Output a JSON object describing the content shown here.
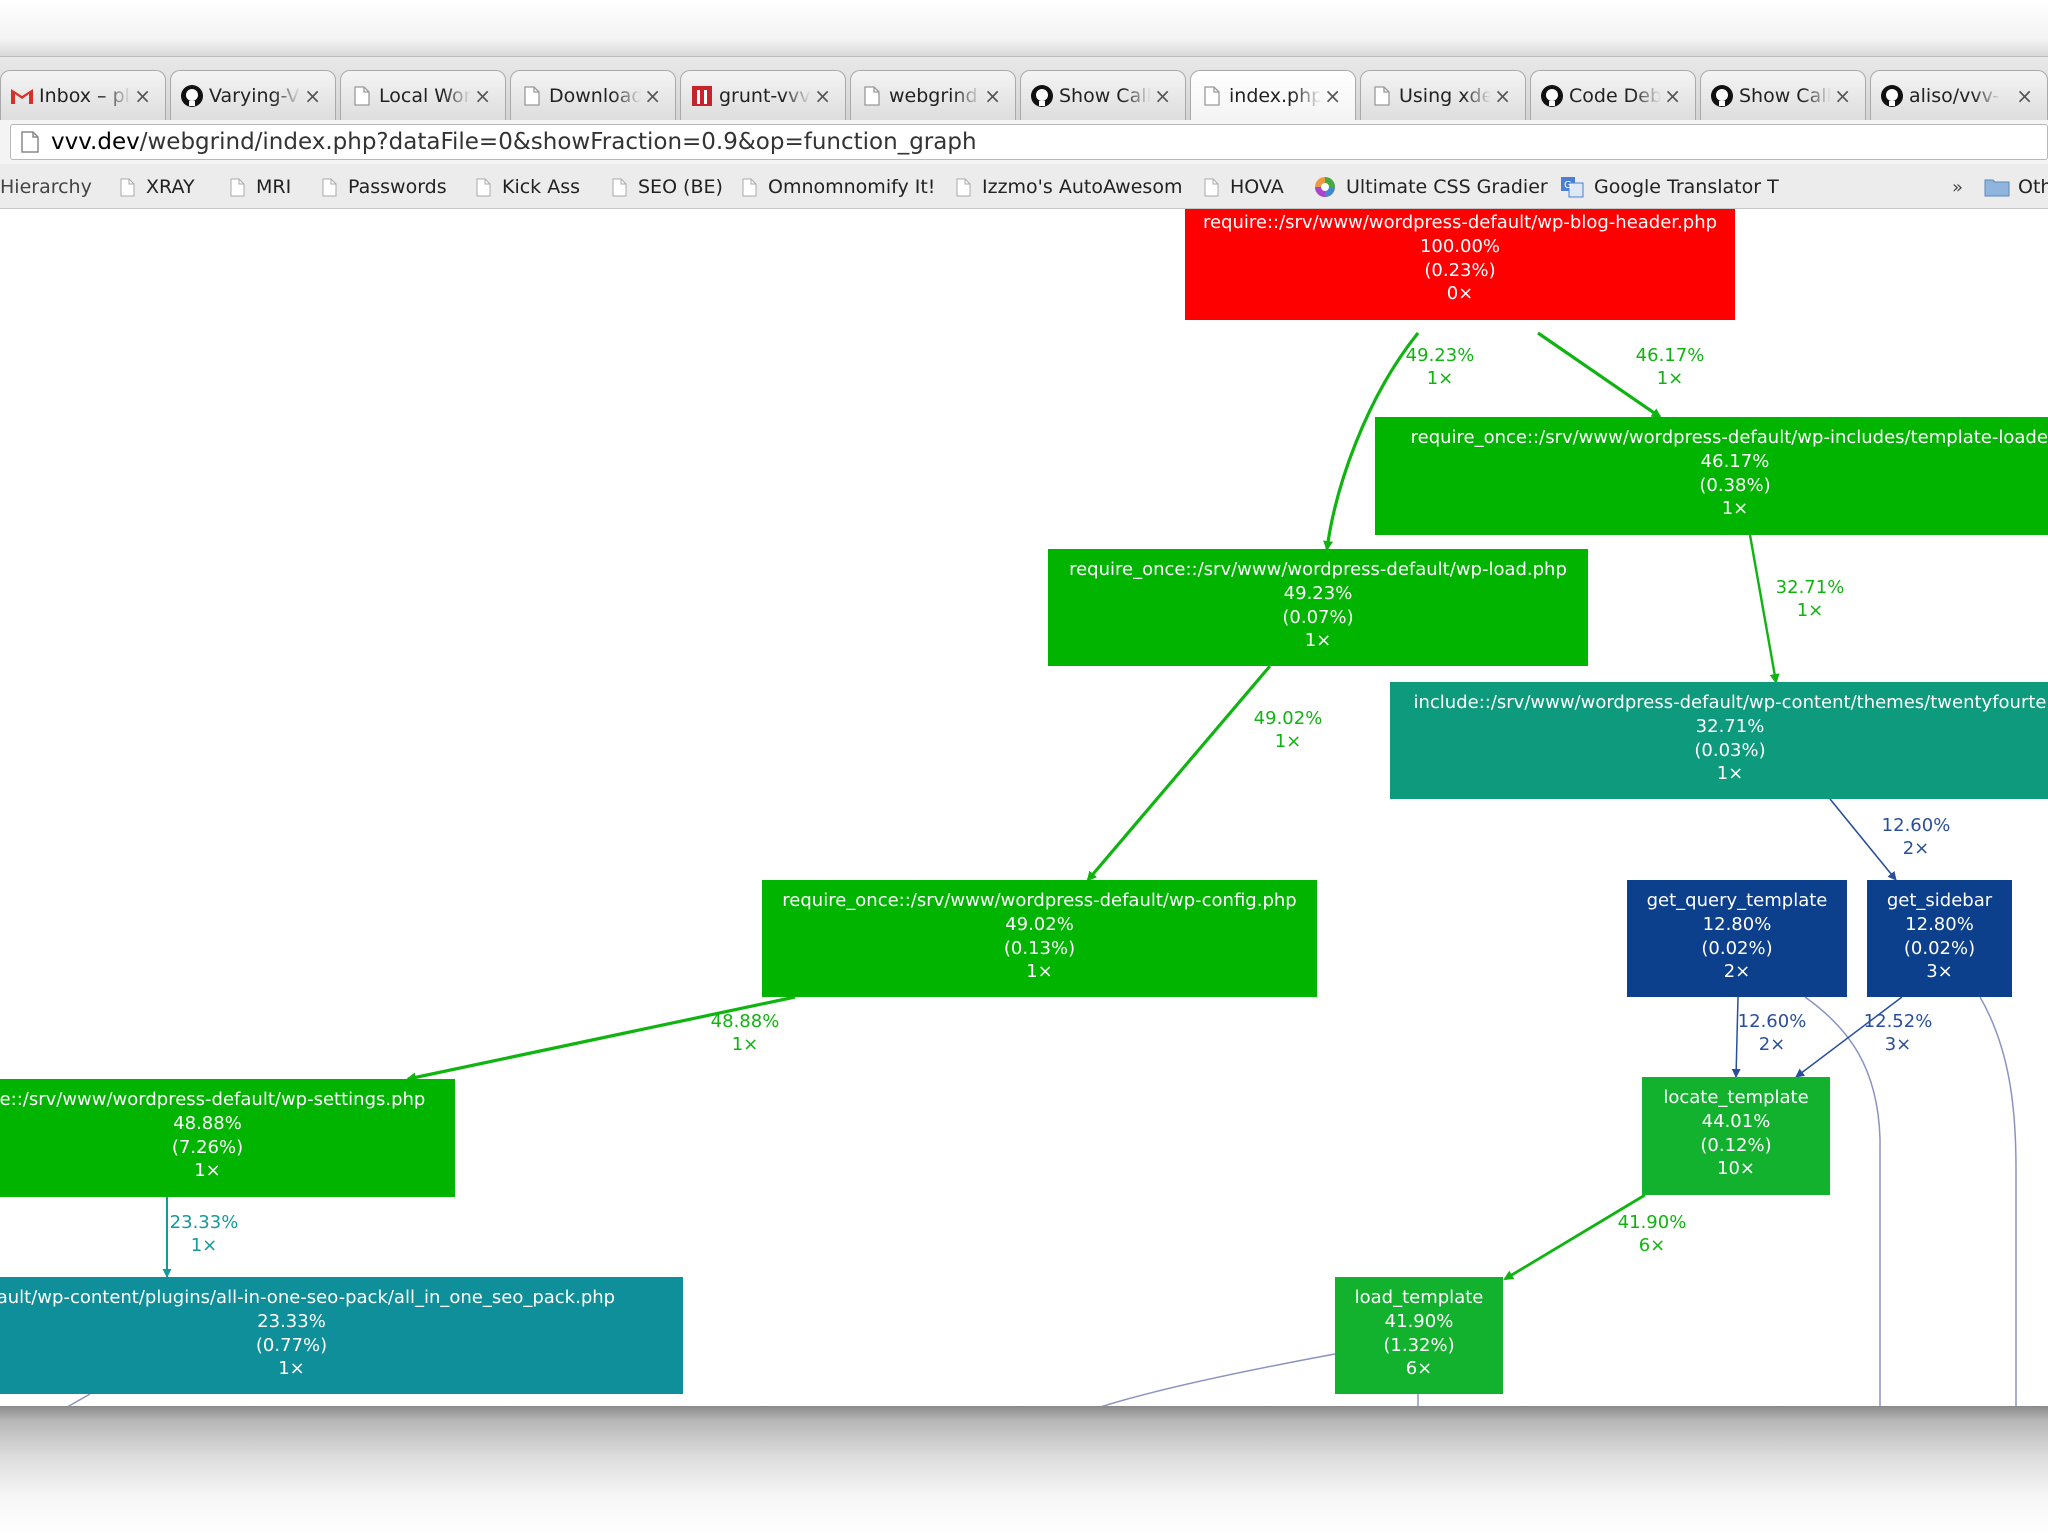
{
  "browser": {
    "tabs": [
      {
        "title": "Inbox – pl",
        "icon": "gmail-icon"
      },
      {
        "title": "Varying-V",
        "icon": "github-icon"
      },
      {
        "title": "Local Wor",
        "icon": "page-icon"
      },
      {
        "title": "Download",
        "icon": "page-icon"
      },
      {
        "title": "grunt-vvv",
        "icon": "bitbucket-icon"
      },
      {
        "title": "webgrind",
        "icon": "page-icon"
      },
      {
        "title": "Show Call",
        "icon": "github-icon"
      },
      {
        "title": "index.php",
        "icon": "page-icon",
        "active": true
      },
      {
        "title": "Using xde",
        "icon": "page-icon"
      },
      {
        "title": "Code Deb",
        "icon": "github-icon"
      },
      {
        "title": "Show Call",
        "icon": "github-icon"
      },
      {
        "title": "aliso/vvv-",
        "icon": "github-icon"
      }
    ],
    "close_glyph": "×",
    "url_host": "vvv.dev",
    "url_rest": "/webgrind/index.php?dataFile=0&showFraction=0.9&op=function_graph",
    "bookmarks": [
      {
        "label": "Hierarchy"
      },
      {
        "label": "XRAY"
      },
      {
        "label": "MRI"
      },
      {
        "label": "Passwords"
      },
      {
        "label": "Kick Ass"
      },
      {
        "label": "SEO (BE)"
      },
      {
        "label": "Omnomnomify It!"
      },
      {
        "label": "Izzmo's AutoAwesom"
      },
      {
        "label": "HOVA"
      },
      {
        "label": "Ultimate CSS Gradier"
      },
      {
        "label": "Google Translator T"
      }
    ],
    "bookmarks_overflow": "»",
    "other_bookmarks": "Oth"
  },
  "graph": {
    "colors": {
      "red": "#ff0000",
      "green": "#00b400",
      "teal_green": "#0fa05a",
      "teal": "#0e9a7c",
      "dark_teal": "#0e8f9a",
      "navy": "#0c3f8c",
      "mid_green": "#12b22e",
      "edge_green": "#10b410",
      "edge_teal": "#159a9a",
      "edge_blue": "#2a4f9a",
      "edge_slate": "#8a94c0"
    },
    "nodes": [
      {
        "id": "blog_header",
        "lines": [
          "require::/srv/www/wordpress-default/wp-blog-header.php",
          "100.00%",
          "(0.23%)",
          "0×"
        ],
        "color": "red"
      },
      {
        "id": "template_loader",
        "lines": [
          "require_once::/srv/www/wordpress-default/wp-includes/template-loader.",
          "46.17%",
          "(0.38%)",
          "1×"
        ],
        "color": "green"
      },
      {
        "id": "wp_load",
        "lines": [
          "require_once::/srv/www/wordpress-default/wp-load.php",
          "49.23%",
          "(0.07%)",
          "1×"
        ],
        "color": "green"
      },
      {
        "id": "theme_include",
        "lines": [
          "include::/srv/www/wordpress-default/wp-content/themes/twentyfourte",
          "32.71%",
          "(0.03%)",
          "1×"
        ],
        "color": "teal"
      },
      {
        "id": "wp_config",
        "lines": [
          "require_once::/srv/www/wordpress-default/wp-config.php",
          "49.02%",
          "(0.13%)",
          "1×"
        ],
        "color": "green"
      },
      {
        "id": "get_query_template",
        "lines": [
          "get_query_template",
          "12.80%",
          "(0.02%)",
          "2×"
        ],
        "color": "navy"
      },
      {
        "id": "get_sidebar",
        "lines": [
          "get_sidebar",
          "12.80%",
          "(0.02%)",
          "3×"
        ],
        "color": "navy"
      },
      {
        "id": "wp_settings",
        "lines": [
          "ce::/srv/www/wordpress-default/wp-settings.php",
          "48.88%",
          "(7.26%)",
          "1×"
        ],
        "color": "green"
      },
      {
        "id": "locate_template",
        "lines": [
          "locate_template",
          "44.01%",
          "(0.12%)",
          "10×"
        ],
        "color": "mid_green"
      },
      {
        "id": "seo_pack",
        "lines": [
          "default/wp-content/plugins/all-in-one-seo-pack/all_in_one_seo_pack.php",
          "23.33%",
          "(0.77%)",
          "1×"
        ],
        "color": "dark_teal"
      },
      {
        "id": "load_template",
        "lines": [
          "load_template",
          "41.90%",
          "(1.32%)",
          "6×"
        ],
        "color": "mid_green"
      }
    ],
    "edges": [
      {
        "id": "e1",
        "label": [
          "49.23%",
          "1×"
        ],
        "color": "edge_green"
      },
      {
        "id": "e2",
        "label": [
          "46.17%",
          "1×"
        ],
        "color": "edge_green"
      },
      {
        "id": "e3",
        "label": [
          "32.71%",
          "1×"
        ],
        "color": "edge_green"
      },
      {
        "id": "e4",
        "label": [
          "49.02%",
          "1×"
        ],
        "color": "edge_green"
      },
      {
        "id": "e5",
        "label": [
          "12.60%",
          "2×"
        ],
        "color": "edge_blue"
      },
      {
        "id": "e6",
        "label": [
          "48.88%",
          "1×"
        ],
        "color": "edge_green"
      },
      {
        "id": "e7",
        "label": [
          "12.60%",
          "2×"
        ],
        "color": "edge_blue"
      },
      {
        "id": "e8",
        "label": [
          "12.52%",
          "3×"
        ],
        "color": "edge_blue"
      },
      {
        "id": "e9",
        "label": [
          "23.33%",
          "1×"
        ],
        "color": "edge_teal"
      },
      {
        "id": "e10",
        "label": [
          "41.90%",
          "6×"
        ],
        "color": "edge_green"
      }
    ]
  }
}
